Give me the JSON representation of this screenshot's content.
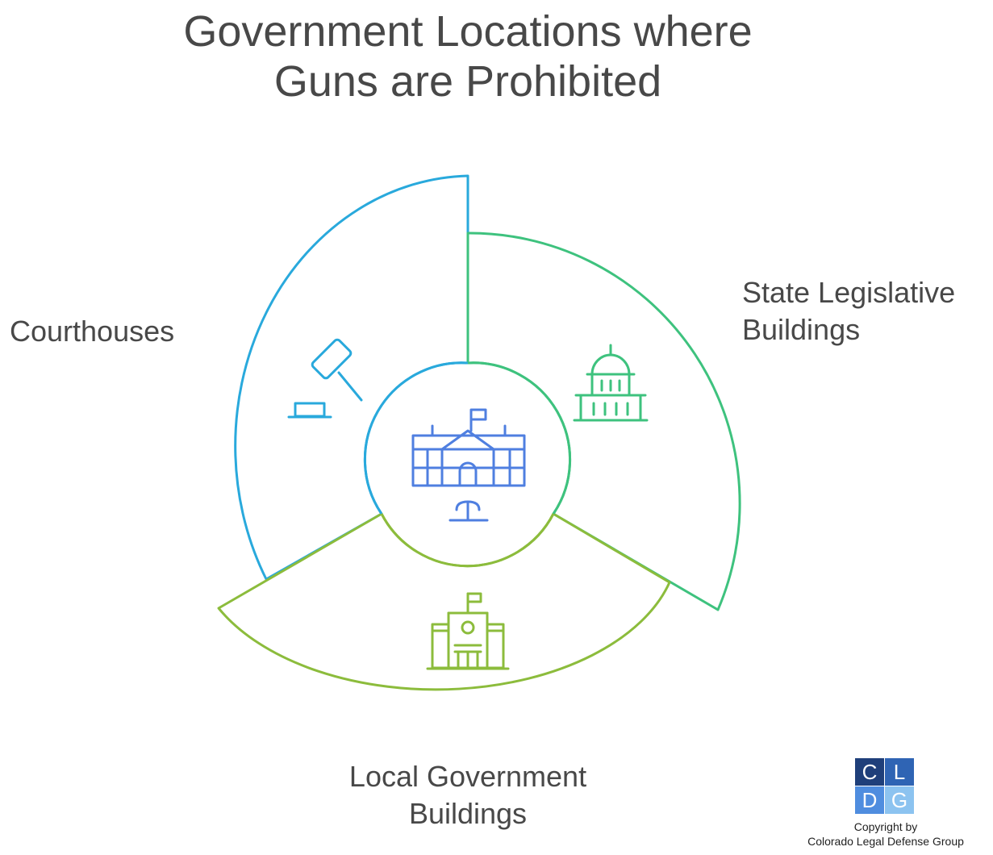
{
  "title": {
    "line1": "Government Locations where",
    "line2": "Guns are Prohibited"
  },
  "segments": {
    "courthouses": {
      "label": "Courthouses",
      "color": "#29a9dc",
      "icon": "gavel-icon"
    },
    "state_legislative": {
      "line1": "State Legislative",
      "line2": "Buildings",
      "color": "#3ec27e",
      "icon": "capitol-dome-icon"
    },
    "local_government": {
      "line1": "Local Government",
      "line2": "Buildings",
      "color": "#8cbc3c",
      "icon": "town-hall-icon"
    },
    "center": {
      "icon": "government-building-icon",
      "color": "#4f7fe0"
    }
  },
  "logo": {
    "c": "C",
    "l": "L",
    "d": "D",
    "g": "G",
    "copyright_line1": "Copyright by",
    "copyright_line2": "Colorado Legal Defense Group"
  }
}
